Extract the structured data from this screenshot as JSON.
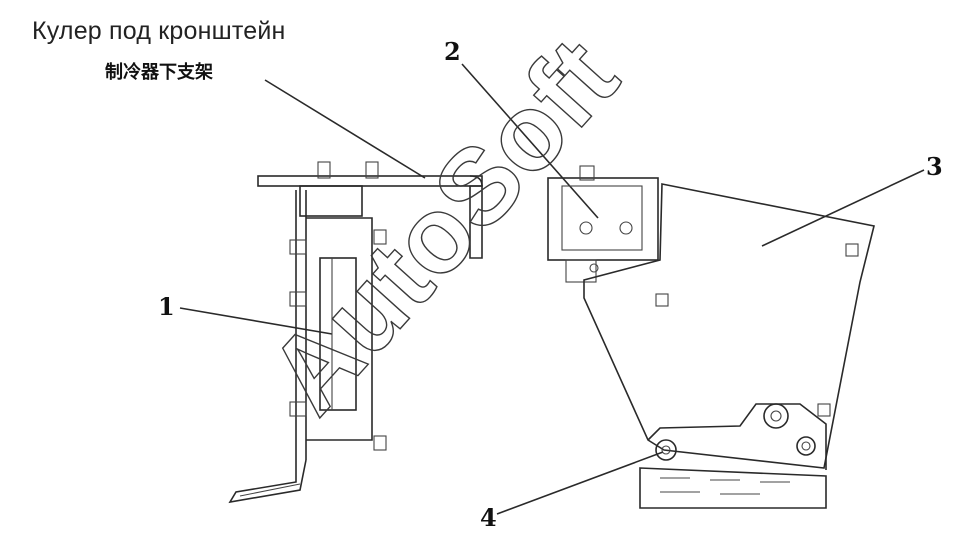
{
  "caption": {
    "ru": "Кулер под кронштейн",
    "cn": "制冷器下支架"
  },
  "callouts": [
    "1",
    "2",
    "3",
    "4"
  ],
  "watermark": "AutoSoft"
}
